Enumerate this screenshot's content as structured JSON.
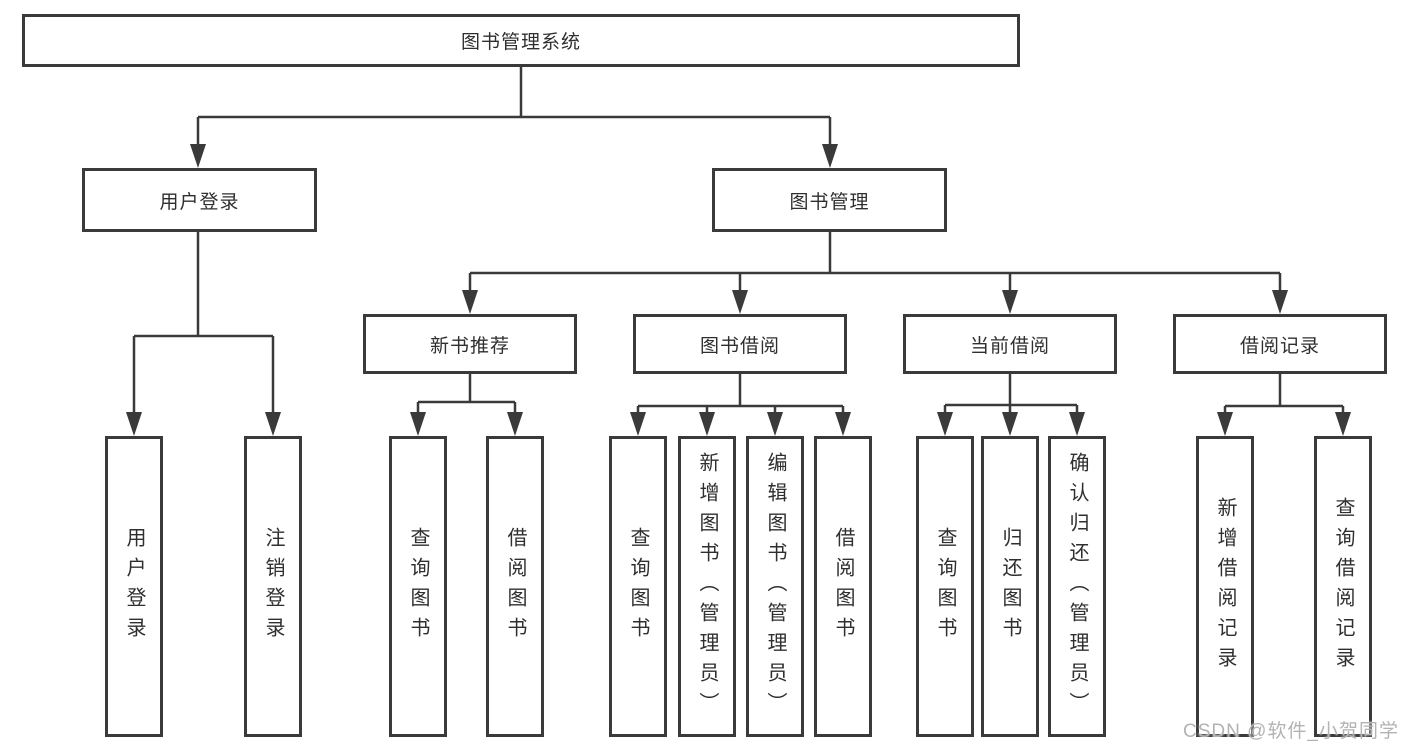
{
  "colors": {
    "line": "#3a3a3a",
    "box_border": "#3a3a3a",
    "text": "#2f2f2f",
    "background": "#ffffff",
    "watermark": "#b3b3b3"
  },
  "watermark": "CSDN @软件_小贺同学",
  "nodes": {
    "root": "图书管理系统",
    "user_login_branch": "用户登录",
    "book_mgmt_branch": "图书管理",
    "user_login_children": [
      "用户登录",
      "注销登录"
    ],
    "groups": [
      {
        "label": "新书推荐",
        "children": [
          "查询图书",
          "借阅图书"
        ]
      },
      {
        "label": "图书借阅",
        "children": [
          "查询图书",
          "新增图书（管理员）",
          "编辑图书（管理员）",
          "借阅图书"
        ]
      },
      {
        "label": "当前借阅",
        "children": [
          "查询图书",
          "归还图书",
          "确认归还（管理员）"
        ]
      },
      {
        "label": "借阅记录",
        "children": [
          "新增借阅记录",
          "查询借阅记录"
        ]
      }
    ]
  }
}
